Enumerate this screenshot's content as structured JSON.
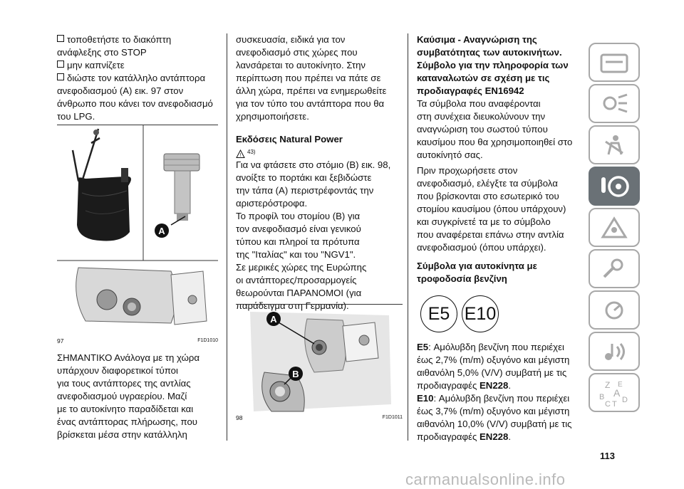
{
  "col1": {
    "lines_top": [
      {
        "bullet": true,
        "text": "τοποθετήστε το διακόπτη"
      },
      {
        "bullet": false,
        "text": "ανάφλεξης στο STOP"
      },
      {
        "bullet": true,
        "text": "μην καπνίζετε"
      },
      {
        "bullet": true,
        "text": "διώστε τον κατάλληλο αντάπτορα"
      },
      {
        "bullet": false,
        "text": "ανεφοδιασμού (A) εικ. 97 στον"
      },
      {
        "bullet": false,
        "text": "άνθρωπο που κάνει τον ανεφοδιασμό"
      },
      {
        "bullet": false,
        "text": "του LPG."
      }
    ],
    "figure": {
      "number": "97",
      "code": "F1D1010",
      "label_a": "A"
    },
    "lines_bottom": [
      "ΣΗΜΑΝΤΙΚΟ Ανάλογα με τη χώρα",
      "υπάρχουν διαφορετικοί τύποι",
      "για τους αντάπτορες της αντλίας",
      "ανεφοδιασμού υγραερίου. Μαζί",
      "με το αυτοκίνητο παραδίδεται και",
      "ένας αντάπτορας πλήρωσης, που",
      "βρίσκεται μέσα στην κατάλληλη"
    ]
  },
  "col2": {
    "lines_top": [
      "συσκευασία, ειδικά για τον",
      "ανεφοδιασμό στις χώρες που",
      "λανσάρεται το αυτοκίνητο. Στην",
      "περίπτωση που πρέπει να πάτε σε",
      "άλλη χώρα, πρέπει να ενημερωθείτε",
      "για τον τύπο του αντάπτορα που θα",
      "χρησιμοποιήσετε."
    ],
    "heading": "Εκδόσεις Natural Power",
    "note_ref": "43)",
    "lines_bottom": [
      "Για να φτάσετε στο στόμιο (B) εικ. 98,",
      "ανοίξτε το πορτάκι και ξεβιδώστε",
      "την τάπα (A) περιστρέφοντάς την",
      "αριστερόστροφα.",
      "Το προφίλ του στομίου (B) για",
      "τον ανεφοδιασμό είναι γενικού",
      "τύπου και πληροί τα πρότυπα",
      "της \"Ιταλίας\" και του \"NGV1\".",
      "Σε μερικές χώρες της Ευρώπης",
      "οι αντάπτορες/προσαρμογείς",
      "θεωρούνται ΠΑΡΑΝΟΜΟΙ (για",
      "παράδειγμα στη Γερμανία)."
    ],
    "figure": {
      "number": "98",
      "code": "F1D1011",
      "label_a": "A",
      "label_b": "B"
    }
  },
  "col3": {
    "heading1": [
      "Καύσιμα - Αναγνώριση της",
      "συμβατότητας των αυτοκινήτων.",
      "Σύμβολο για την πληροφορία των",
      "καταναλωτών σε σχέση με τις",
      "προδιαγραφές EN16942"
    ],
    "para1": [
      "Τα σύμβολα που αναφέρονται",
      "στη συνέχεια διευκολύνουν την",
      "αναγνώριση του σωστού τύπου",
      "καυσίμου που θα χρησιμοποιηθεί στο",
      "αυτοκίνητό σας."
    ],
    "para2": [
      "Πριν προχωρήσετε στον",
      "ανεφοδιασμό, ελέγξτε τα σύμβολα",
      "που βρίσκονται στο εσωτερικό του",
      "στομίου καυσίμου (όπου υπάρχουν)",
      "και συγκρίνετέ τα με το σύμβολο",
      "που αναφέρεται επάνω στην αντλία",
      "ανεφοδιασμού (όπου υπάρχει)."
    ],
    "heading2": [
      "Σύμβολα για αυτοκίνητα με",
      "τροφοδοσία βενζίνη"
    ],
    "badges": [
      "E5",
      "E10"
    ],
    "e5": {
      "label": "E5",
      "lines": [
        ": Αμόλυβδη βενζίνη που περιέχει",
        "έως 2,7% (m/m) οξυγόνο και μέγιστη",
        "αιθανόλη 5,0% (V/V) συμβατή με τις",
        "προδιαγραφές "
      ],
      "std": "EN228",
      "end": "."
    },
    "e10": {
      "label": "E10",
      "lines": [
        ": Αμόλυβδη βενζίνη που περιέχει",
        "έως 3,7% (m/m) οξυγόνο και μέγιστη",
        "αιθανόλη 10,0% (V/V) συμβατή με τις",
        "προδιαγραφές "
      ],
      "std": "EN228",
      "end": "."
    }
  },
  "sidebar": {
    "tabs": [
      "dashboard-icon",
      "lights-icon",
      "safety-icon",
      "steering-key-icon",
      "warning-icon",
      "service-icon",
      "specs-icon",
      "multimedia-icon",
      "index-icon"
    ],
    "active_index": 3,
    "index_letters": [
      "Z",
      "E",
      "A",
      "B",
      "C",
      "T",
      "D"
    ]
  },
  "page_number": "113",
  "watermark": "carmanualsonline.info"
}
